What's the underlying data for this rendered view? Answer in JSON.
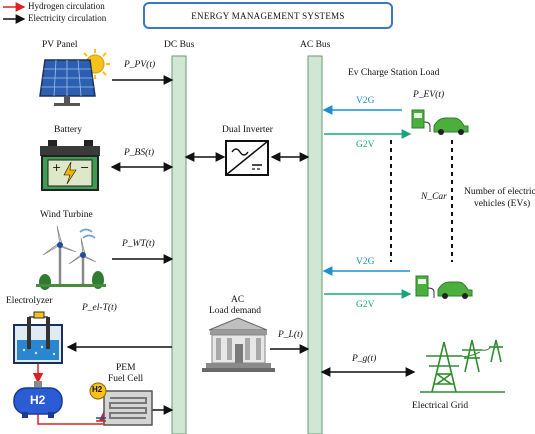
{
  "header": {
    "title": "ENERGY MANAGEMENT SYSTEMS"
  },
  "legend": {
    "hydrogen": {
      "label": "Hydrogen circulation",
      "color": "#e02020"
    },
    "electricity": {
      "label": "Electricity circulation",
      "color": "#111111"
    }
  },
  "buses": {
    "dc": "DC Bus",
    "ac": "AC Bus",
    "color": "#cfe7d4"
  },
  "components": {
    "pv": "PV Panel",
    "battery": "Battery",
    "wind": "Wind Turbine",
    "electrolyzer": "Electrolyzer",
    "h2tank": "H2",
    "fuelcell_line1": "PEM",
    "fuelcell_line2": "Fuel Cell",
    "fuelcell_badge": "H2",
    "inverter": "Dual Inverter",
    "ac_load_line1": "AC",
    "ac_load_line2": "Load demand",
    "ev_station": "Ev Charge Station Load",
    "ncar": "Number of electric",
    "ncar2": "vehicles (EVs)",
    "grid": "Electrical Grid"
  },
  "flows": {
    "ppv": "P_PV(t)",
    "pbs": "P_BS(t)",
    "pwt": "P_WT(t)",
    "pel": "P_el-T(t)",
    "pl": "P_L(t)",
    "pg": "P_g(t)",
    "pev": "P_EV(t)",
    "ncar_sym": "N_Car",
    "v2g_top": "V2G",
    "g2v_top": "G2V",
    "v2g_bottom": "V2G",
    "g2v_bottom": "G2V"
  },
  "colors": {
    "v2g": "#1d8fd1",
    "g2v": "#1aa37a",
    "ev": "#4caf3c"
  }
}
